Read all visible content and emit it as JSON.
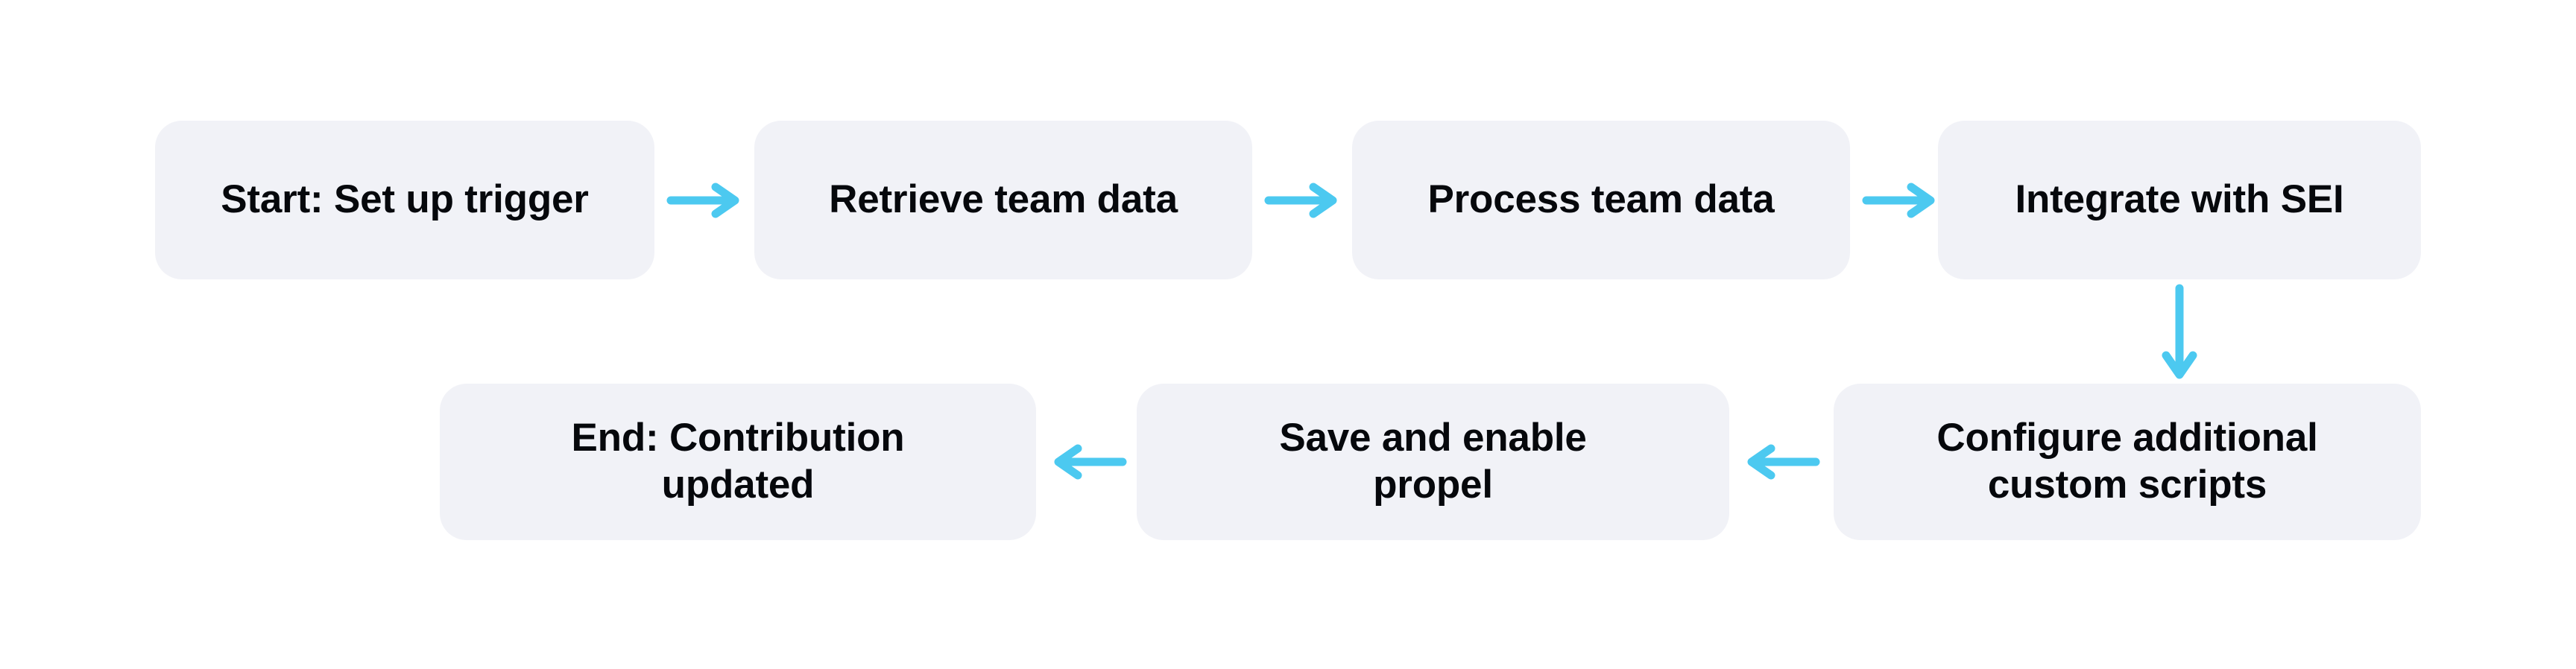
{
  "diagram": {
    "type": "flowchart",
    "title": "",
    "background_color": "#ffffff",
    "node_fill_color": "#f1f2f7",
    "node_text_color": "#06080c",
    "edge_color": "#4cc9f0",
    "nodes": [
      {
        "id": "start",
        "label": "Start: Set up trigger",
        "row": 1,
        "order": 1
      },
      {
        "id": "retrieve",
        "label": "Retrieve team data",
        "row": 1,
        "order": 2
      },
      {
        "id": "process",
        "label": "Process team data",
        "row": 1,
        "order": 3
      },
      {
        "id": "integrate",
        "label": "Integrate with SEI",
        "row": 1,
        "order": 4
      },
      {
        "id": "configure",
        "label": "Configure additional\ncustom scripts",
        "row": 2,
        "order": 1
      },
      {
        "id": "save",
        "label": "Save and enable\npropel",
        "row": 2,
        "order": 2
      },
      {
        "id": "end",
        "label": "End: Contribution\nupdated",
        "row": 2,
        "order": 3
      }
    ],
    "edges": [
      {
        "id": "e1",
        "from": "start",
        "to": "retrieve",
        "direction": "right"
      },
      {
        "id": "e2",
        "from": "retrieve",
        "to": "process",
        "direction": "right"
      },
      {
        "id": "e3",
        "from": "process",
        "to": "integrate",
        "direction": "right"
      },
      {
        "id": "e4",
        "from": "integrate",
        "to": "configure",
        "direction": "down"
      },
      {
        "id": "e5",
        "from": "configure",
        "to": "save",
        "direction": "left"
      },
      {
        "id": "e6",
        "from": "save",
        "to": "end",
        "direction": "left"
      }
    ]
  }
}
